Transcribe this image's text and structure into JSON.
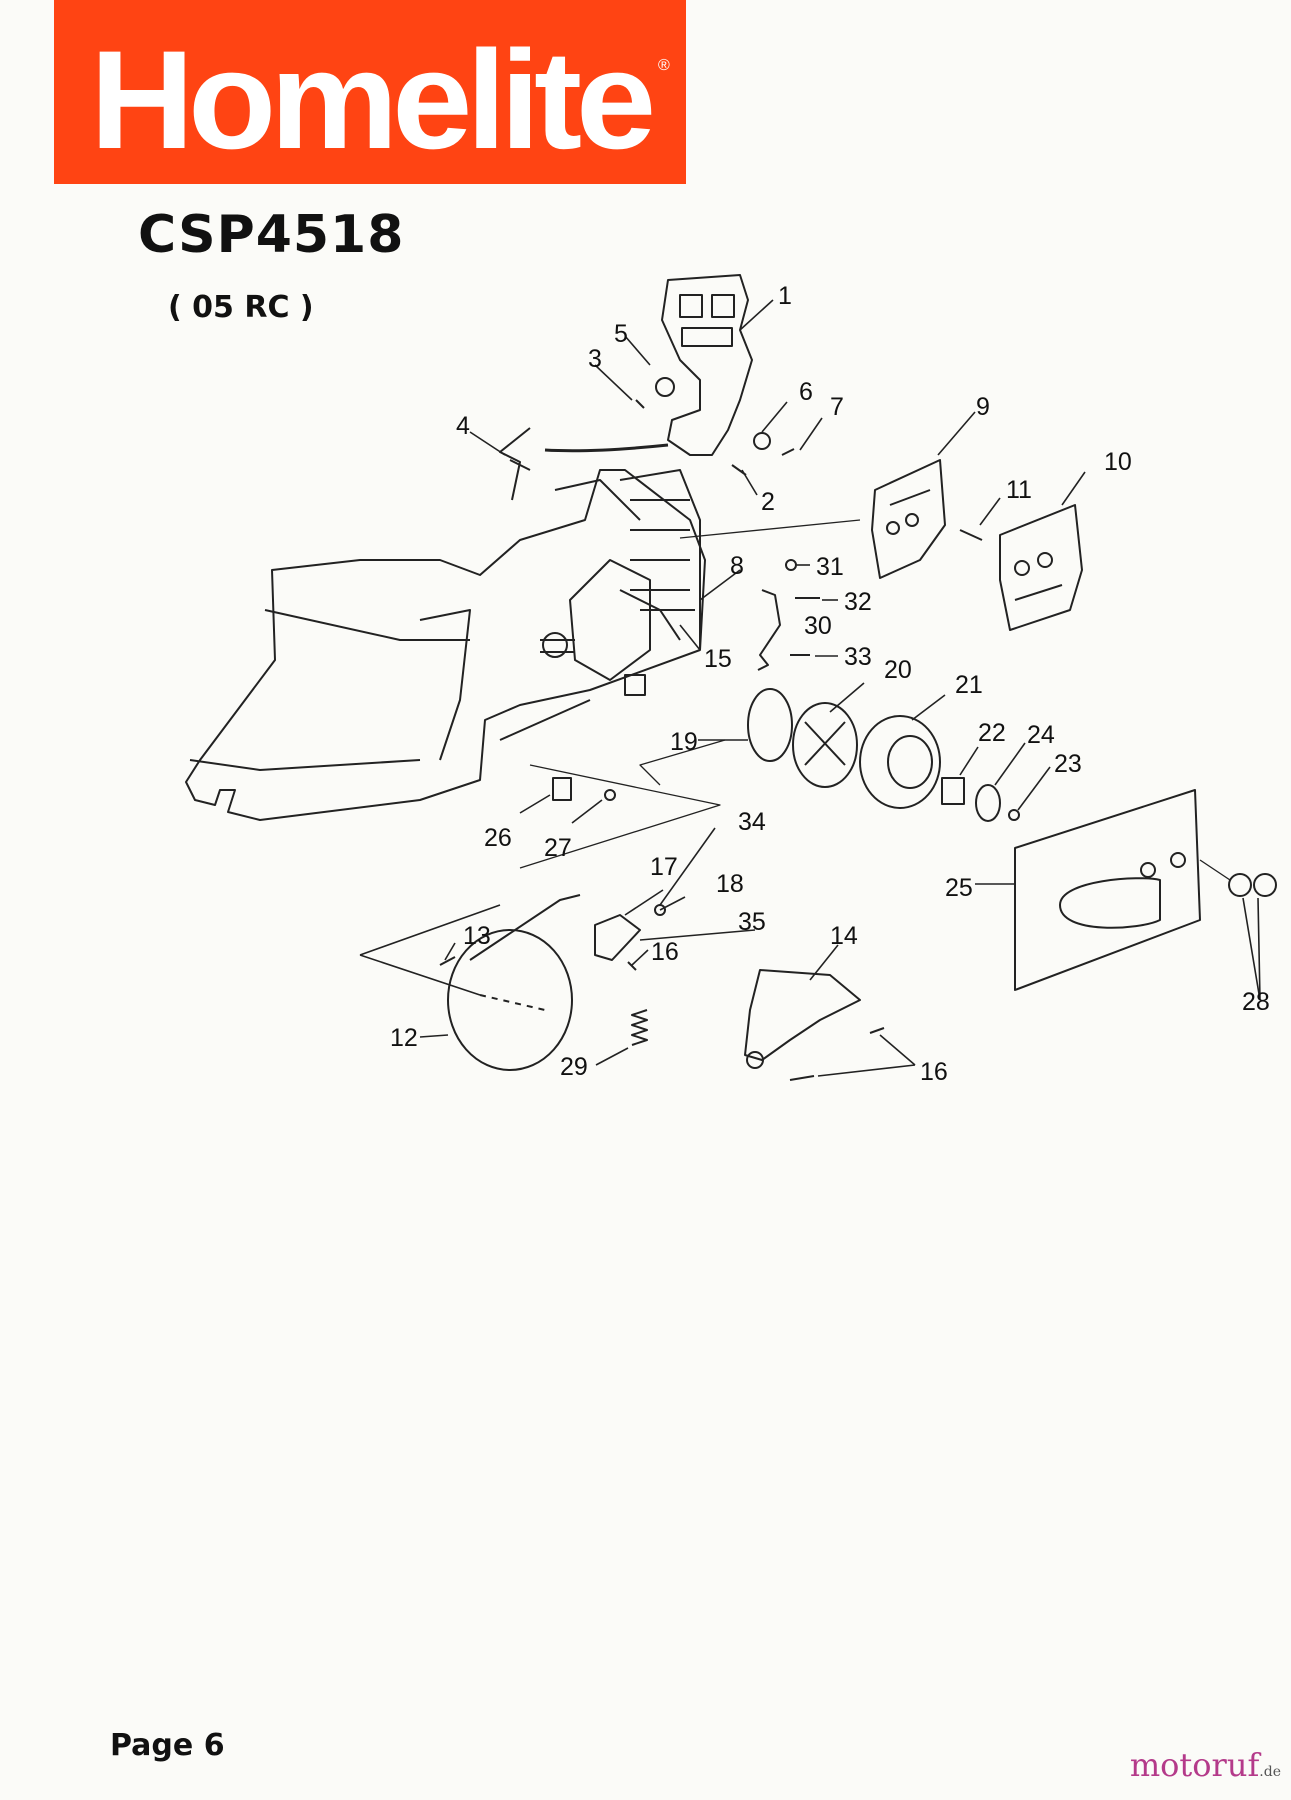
{
  "header": {
    "brand": "Homelite",
    "registered_mark": "®",
    "model": "CSP4518",
    "variant": "( 05 RC )"
  },
  "diagram": {
    "callouts": [
      "1",
      "2",
      "3",
      "4",
      "5",
      "6",
      "7",
      "8",
      "9",
      "10",
      "11",
      "12",
      "13",
      "14",
      "15",
      "16",
      "16",
      "16",
      "17",
      "18",
      "19",
      "20",
      "21",
      "22",
      "23",
      "24",
      "25",
      "26",
      "27",
      "28",
      "29",
      "30",
      "31",
      "32",
      "33",
      "34",
      "35"
    ]
  },
  "footer": {
    "page": "Page 6",
    "watermark": "motoruf",
    "watermark_tld": ".de"
  },
  "colors": {
    "brand_red": "#ff4413",
    "line": "#222222",
    "watermark": "#b43a8a"
  }
}
